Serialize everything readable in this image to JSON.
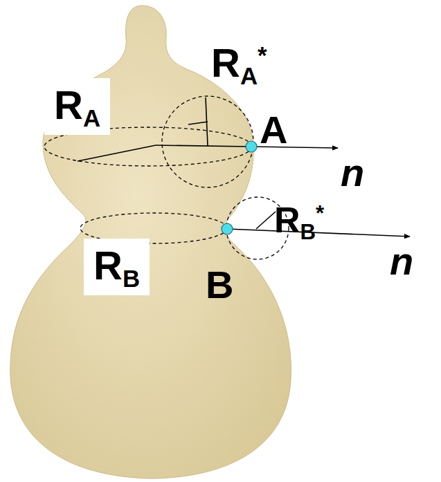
{
  "diagram": {
    "labels": [
      "RA*",
      "RA",
      "A",
      "n",
      "RB*",
      "B",
      "RB",
      "n"
    ]
  }
}
